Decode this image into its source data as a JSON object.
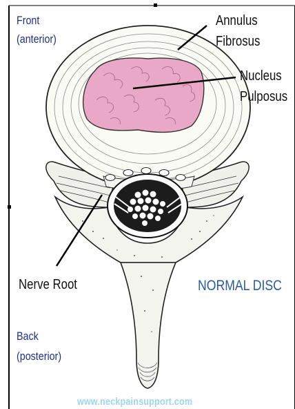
{
  "labels": {
    "front": "Front",
    "anterior": "(anterior)",
    "annulus_line1": "Annulus",
    "annulus_line2": "Fibrosus",
    "nucleus_line1": "Nucleus",
    "nucleus_line2": "Pulposus",
    "nerve_root": "Nerve Root",
    "normal_disc": "NORMAL DISC",
    "back": "Back",
    "posterior": "(posterior)",
    "watermark": "www.neckpainsupport.com"
  },
  "colors": {
    "nucleus": "#e8a8c6",
    "annulus": "#fbfbf5",
    "labels_position": "#1f2f86",
    "normal_disc_label": "#2b5b9c",
    "watermark": "#9ed6ee"
  }
}
